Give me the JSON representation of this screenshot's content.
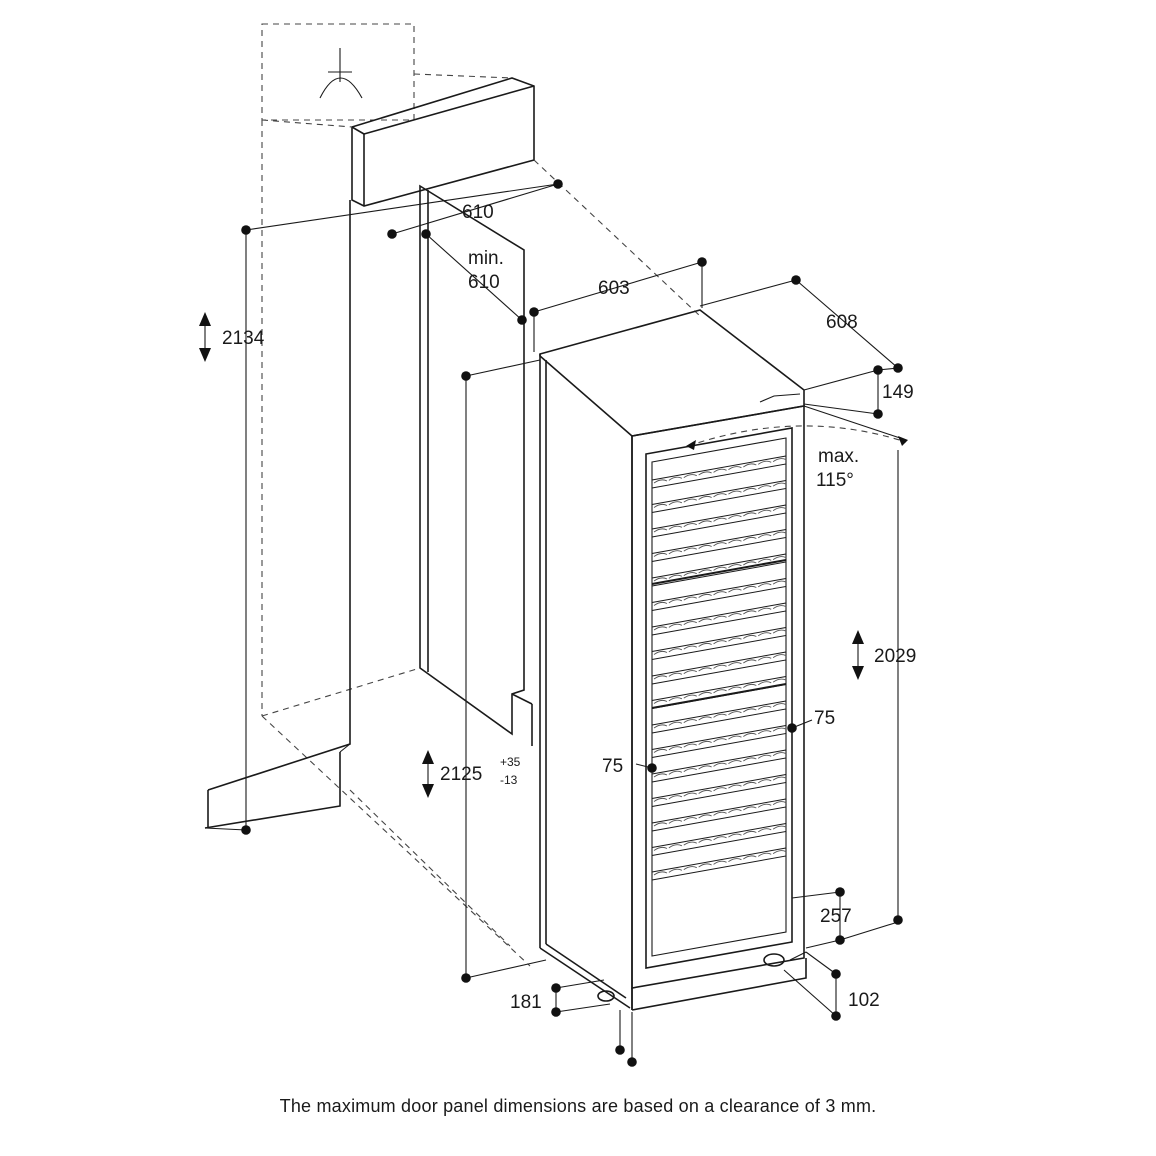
{
  "dimensions": {
    "niche_width": "610",
    "niche_min_depth_label": "min.",
    "niche_min_depth_value": "610",
    "niche_height": "2134",
    "appliance_width": "603",
    "appliance_depth": "608",
    "door_offset": "149",
    "door_angle_label": "max.",
    "door_angle_value": "115°",
    "appliance_height": "2029",
    "installed_height": "2125",
    "installed_height_tol_plus": "+35",
    "installed_height_tol_minus": "-13",
    "side_offset_right": "75",
    "side_offset_left": "75",
    "plinth_height": "257",
    "front_foot_offset": "181",
    "rear_foot_offset": "102"
  },
  "caption": "The maximum door panel dimensions are based on a clearance of 3 mm."
}
